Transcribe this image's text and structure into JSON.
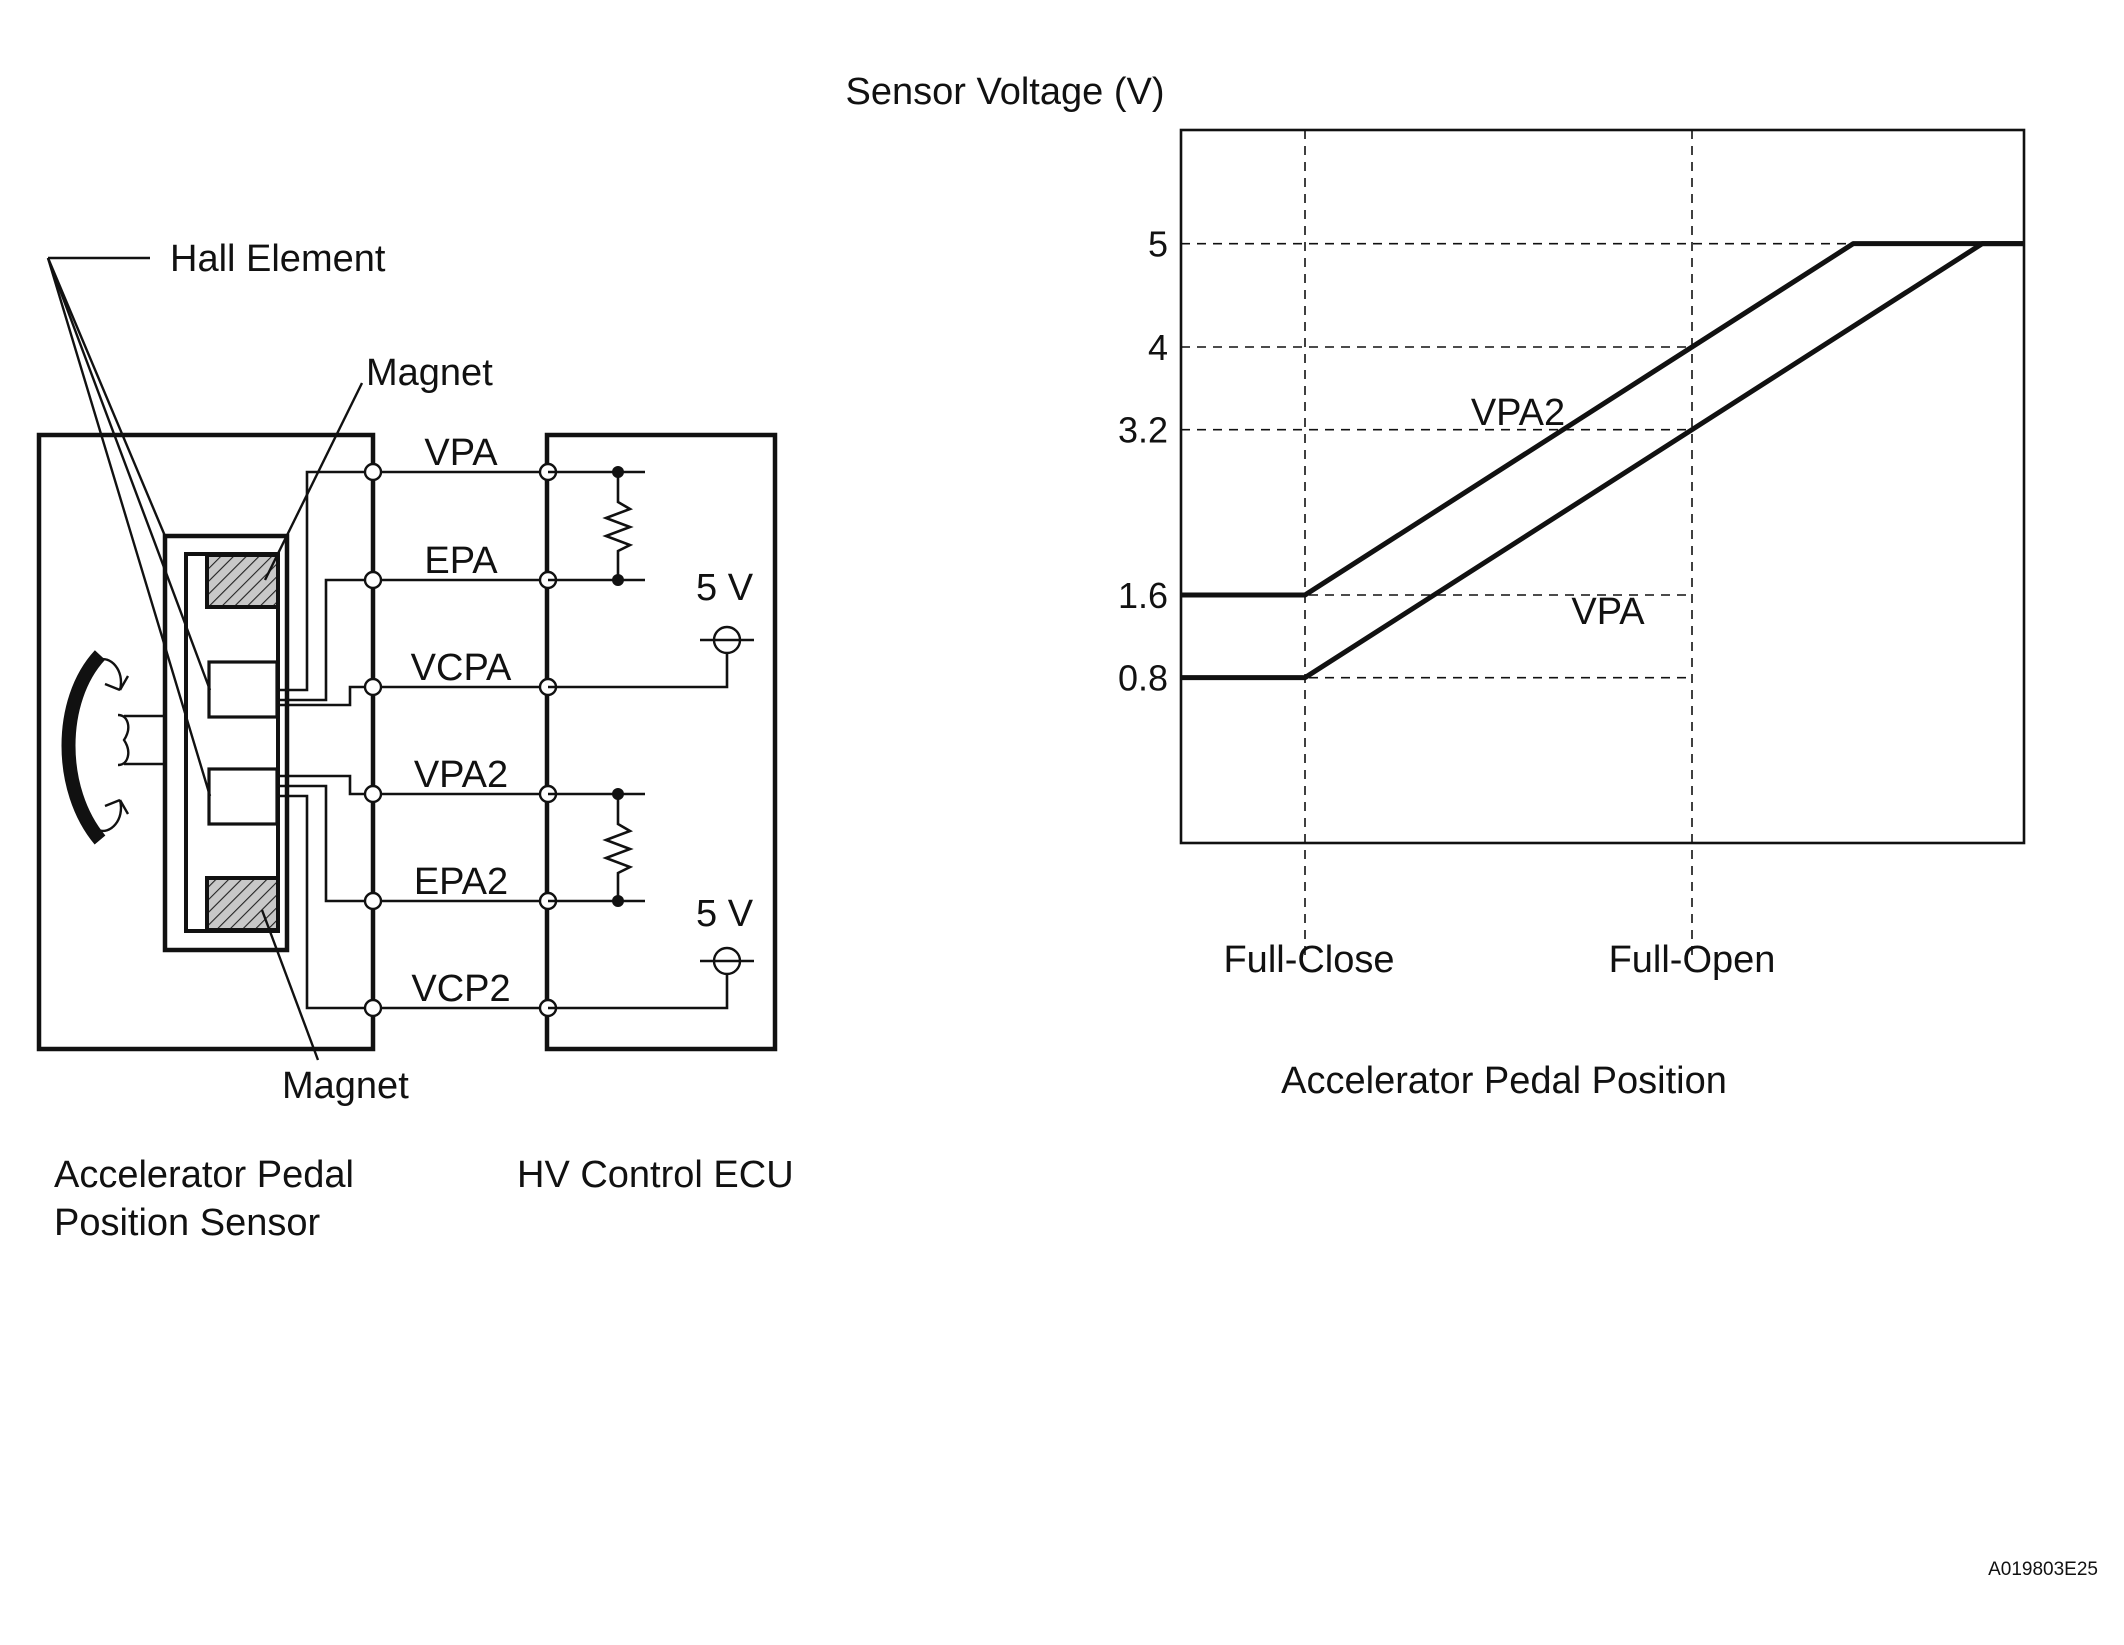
{
  "diagram": {
    "labels": {
      "hall_element": "Hall Element",
      "magnet_top": "Magnet",
      "magnet_bottom": "Magnet",
      "sensor_line1": "Accelerator Pedal",
      "sensor_line2": "Position Sensor",
      "ecu": "HV Control ECU",
      "supply_top": "5 V",
      "supply_bottom": "5 V"
    },
    "terminals": [
      "VPA",
      "EPA",
      "VCPA",
      "VPA2",
      "EPA2",
      "VCP2"
    ]
  },
  "chart_data": {
    "type": "line",
    "ylabel": "Sensor Voltage (V)",
    "xlabel": "Accelerator Pedal Position",
    "yticks": [
      5,
      4,
      3.2,
      1.6,
      0.8
    ],
    "ytick_labels": [
      "5",
      "4",
      "3.2",
      "1.6",
      "0.8"
    ],
    "xticks": [
      "Full-Close",
      "Full-Open"
    ],
    "ylim": [
      -0.8,
      6.1
    ],
    "x_domain": [
      "before Full-Close",
      "beyond Full-Open"
    ],
    "series": [
      {
        "name": "VPA2",
        "points": [
          [
            "start",
            1.6
          ],
          [
            "Full-Close",
            1.6
          ],
          [
            "Full-Open",
            4
          ],
          [
            "saturation",
            5
          ],
          [
            "end",
            5
          ]
        ]
      },
      {
        "name": "VPA",
        "points": [
          [
            "start",
            0.8
          ],
          [
            "Full-Close",
            0.8
          ],
          [
            "Full-Open",
            3.2
          ],
          [
            "saturation",
            5
          ],
          [
            "end",
            5
          ]
        ]
      }
    ],
    "grid": "dashed reference lines at labeled ticks"
  },
  "reference_code": "A019803E25"
}
